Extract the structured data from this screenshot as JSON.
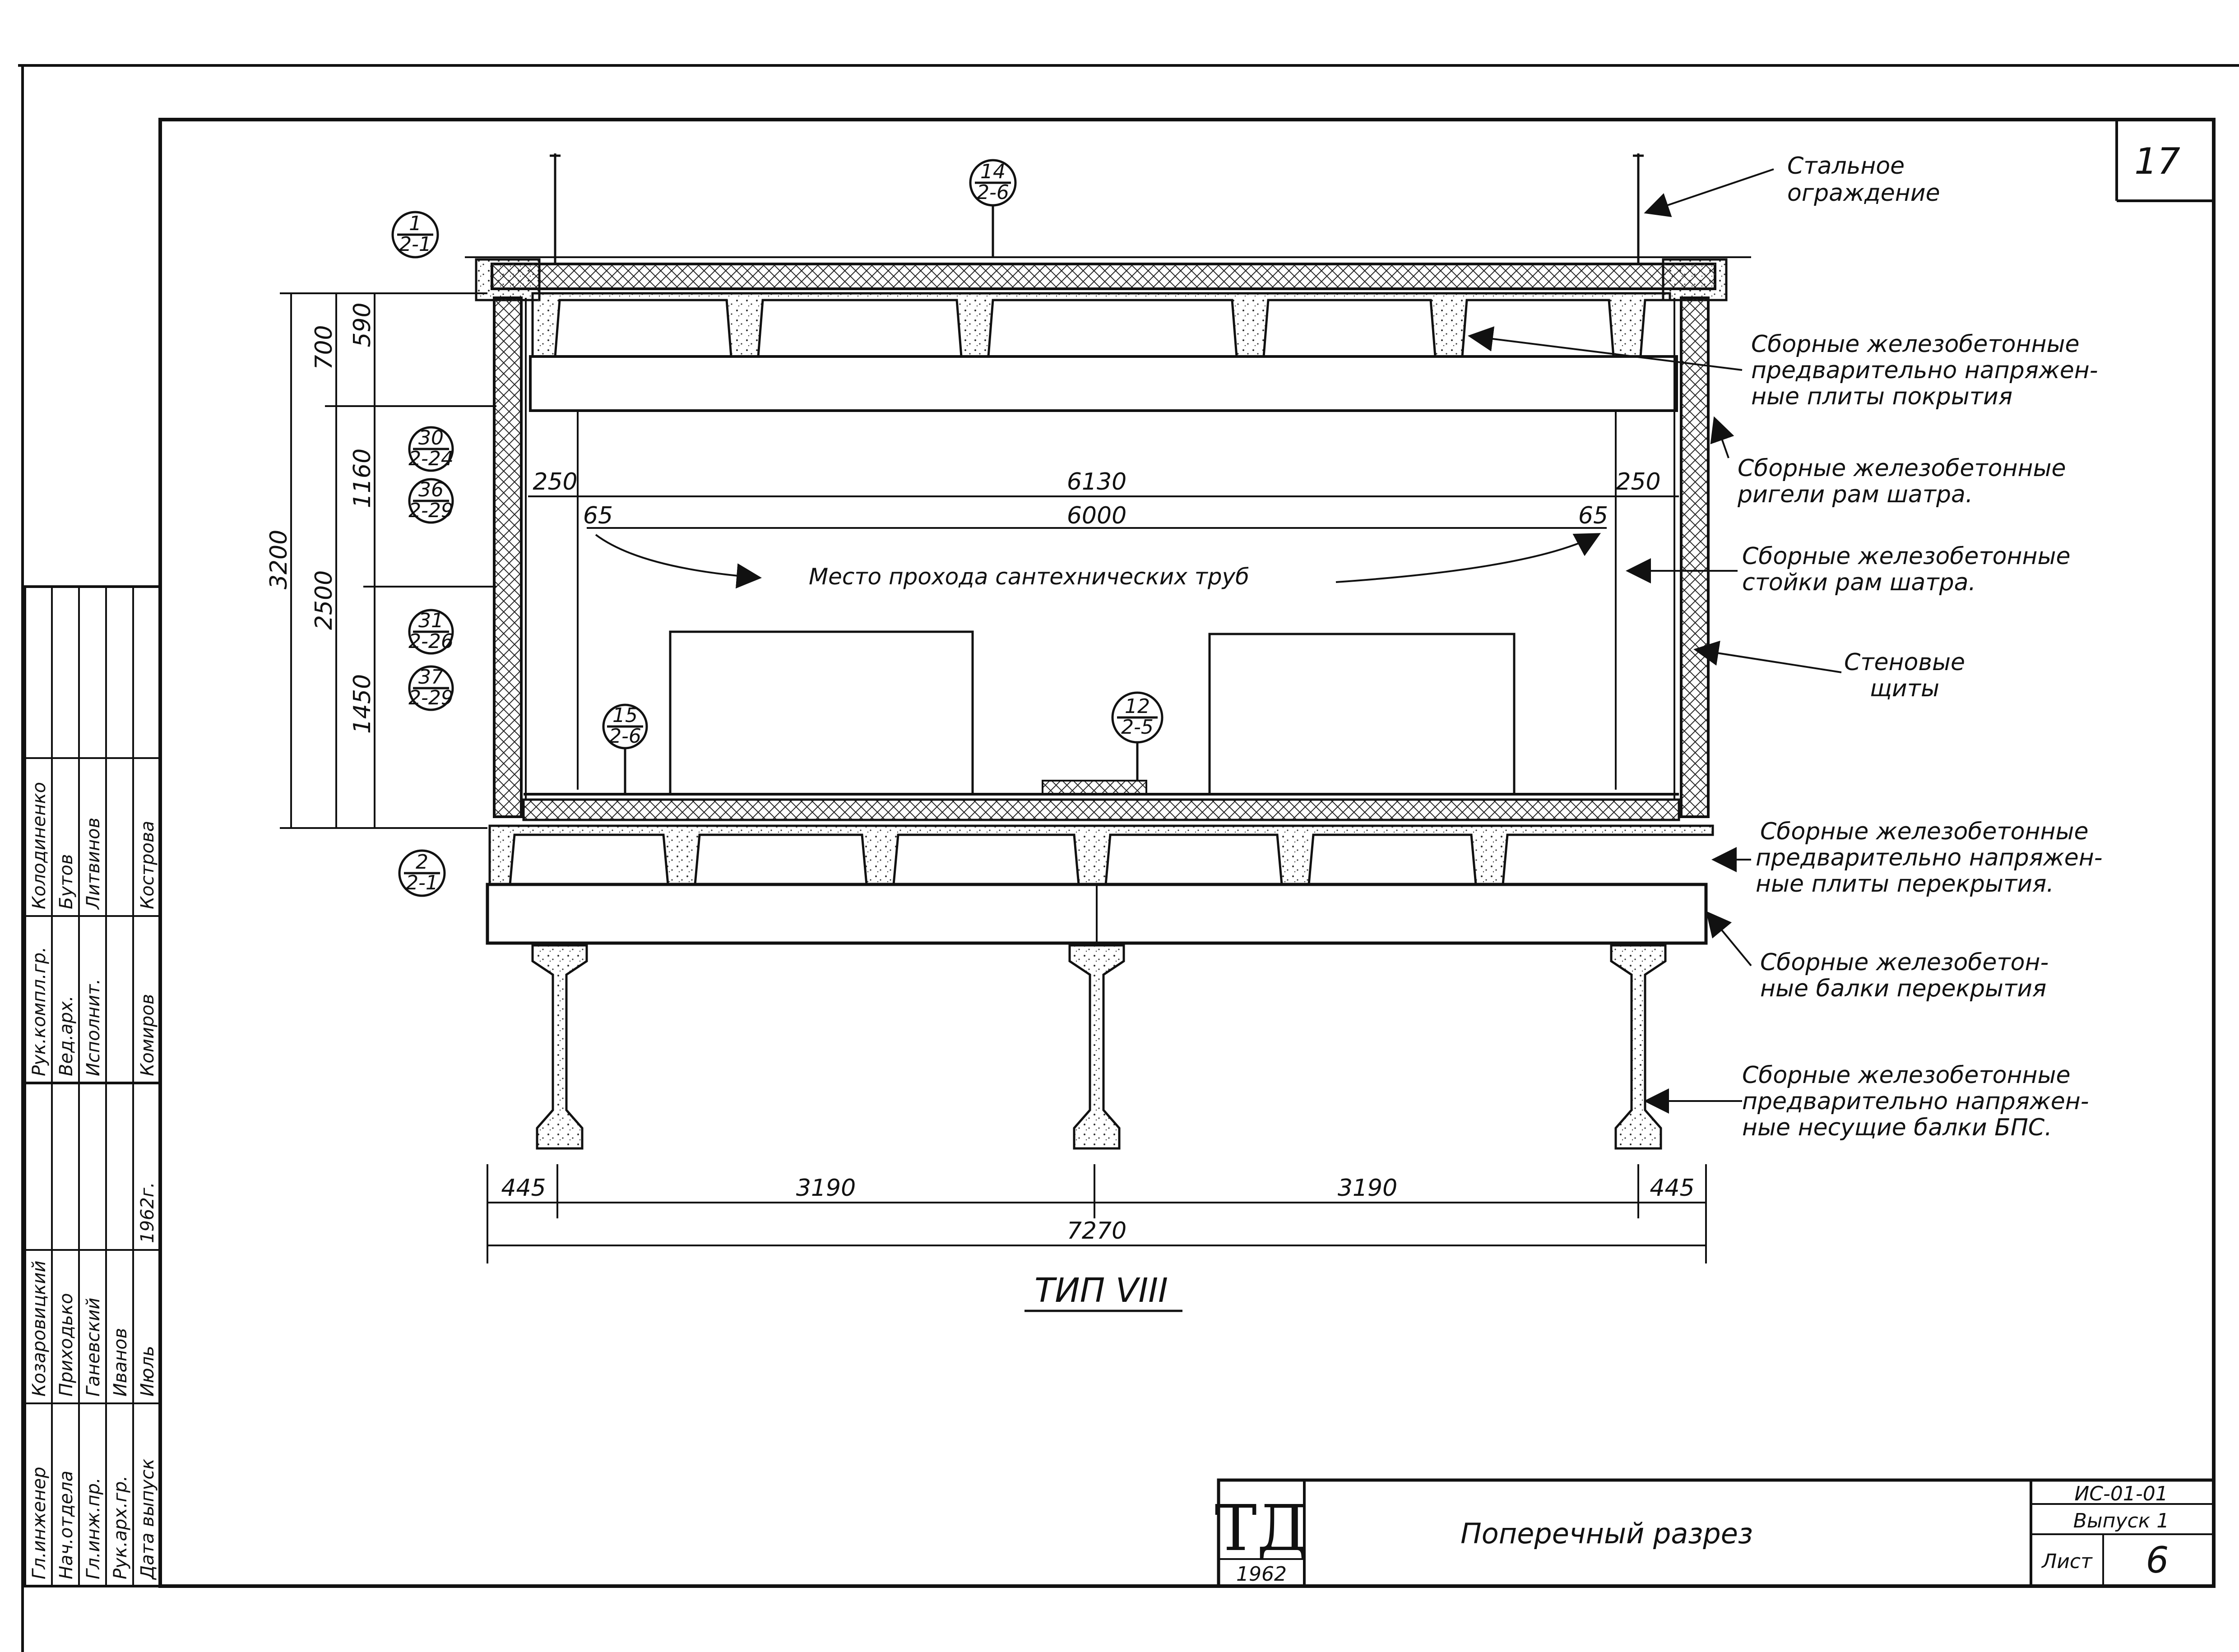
{
  "sheet_corner_number": "17",
  "section_type": "ТИП VIII",
  "pipe_passage_label": "Место прохода сантехнических труб",
  "callouts": {
    "steel_fence": [
      "Стальное",
      "ограждение"
    ],
    "roof_slabs": [
      "Сборные железобетонные",
      "предварительно напряжен-",
      "ные плиты покрытия"
    ],
    "crossbars": [
      "Сборные железобетонные",
      "ригели рам шатра."
    ],
    "posts": [
      "Сборные железобетонные",
      "стойки рам шатра."
    ],
    "wall_panels": [
      "Стеновые",
      "щиты"
    ],
    "floor_slabs": [
      "Сборные железобетонные",
      "предварительно напряжен-",
      "ные плиты перекрытия."
    ],
    "floor_beams": [
      "Сборные железобетон-",
      "ные балки перекрытия"
    ],
    "bearing_beams": [
      "Сборные железобетонные",
      "предварительно напряжен-",
      "ные несущие балки БПС."
    ]
  },
  "bubbles": [
    {
      "top": "1",
      "bottom": "2-1"
    },
    {
      "top": "14",
      "bottom": "2-6"
    },
    {
      "top": "30",
      "bottom": "2-24"
    },
    {
      "top": "36",
      "bottom": "2-29"
    },
    {
      "top": "31",
      "bottom": "2-26"
    },
    {
      "top": "37",
      "bottom": "2-29"
    },
    {
      "top": "15",
      "bottom": "2-6"
    },
    {
      "top": "12",
      "bottom": "2-5"
    },
    {
      "top": "2",
      "bottom": "2-1"
    }
  ],
  "dims": {
    "h_total": "3200",
    "h_upper": "700",
    "h_roof": "590",
    "h_mid": "2500",
    "h_window": "1160",
    "h_low": "1450",
    "w_inner_outer": "6130",
    "w_inner": "6000",
    "left_250": "250",
    "right_250": "250",
    "left_65": "65",
    "right_65": "65",
    "b_left": "445",
    "b_span1": "3190",
    "b_span2": "3190",
    "b_right": "445",
    "b_total": "7270"
  },
  "title_block": {
    "logo": "ТД",
    "year": "1962",
    "title": "Поперечный разрез",
    "code": "ИС-01-01",
    "issue": "Выпуск 1",
    "sheet_label": "Лист",
    "sheet_number": "6"
  },
  "signature_block": {
    "rows": [
      [
        "Гл.инженер",
        "Козаровицкий",
        "",
        "Рук.компл.гр.",
        "Колодиненко",
        ""
      ],
      [
        "Нач.отдела",
        "Приходько",
        "",
        "Вед.арх.",
        "Бутов",
        ""
      ],
      [
        "Гл.инж.пр.",
        "Ганевский",
        "",
        "Исполнит.",
        "Литвинов",
        ""
      ],
      [
        "Рук.арх.гр.",
        "Иванов",
        "",
        "",
        "",
        ""
      ],
      [
        "Дата выпуск",
        "Июль",
        "1962г.",
        "Комиров",
        "Кострова",
        ""
      ]
    ]
  }
}
